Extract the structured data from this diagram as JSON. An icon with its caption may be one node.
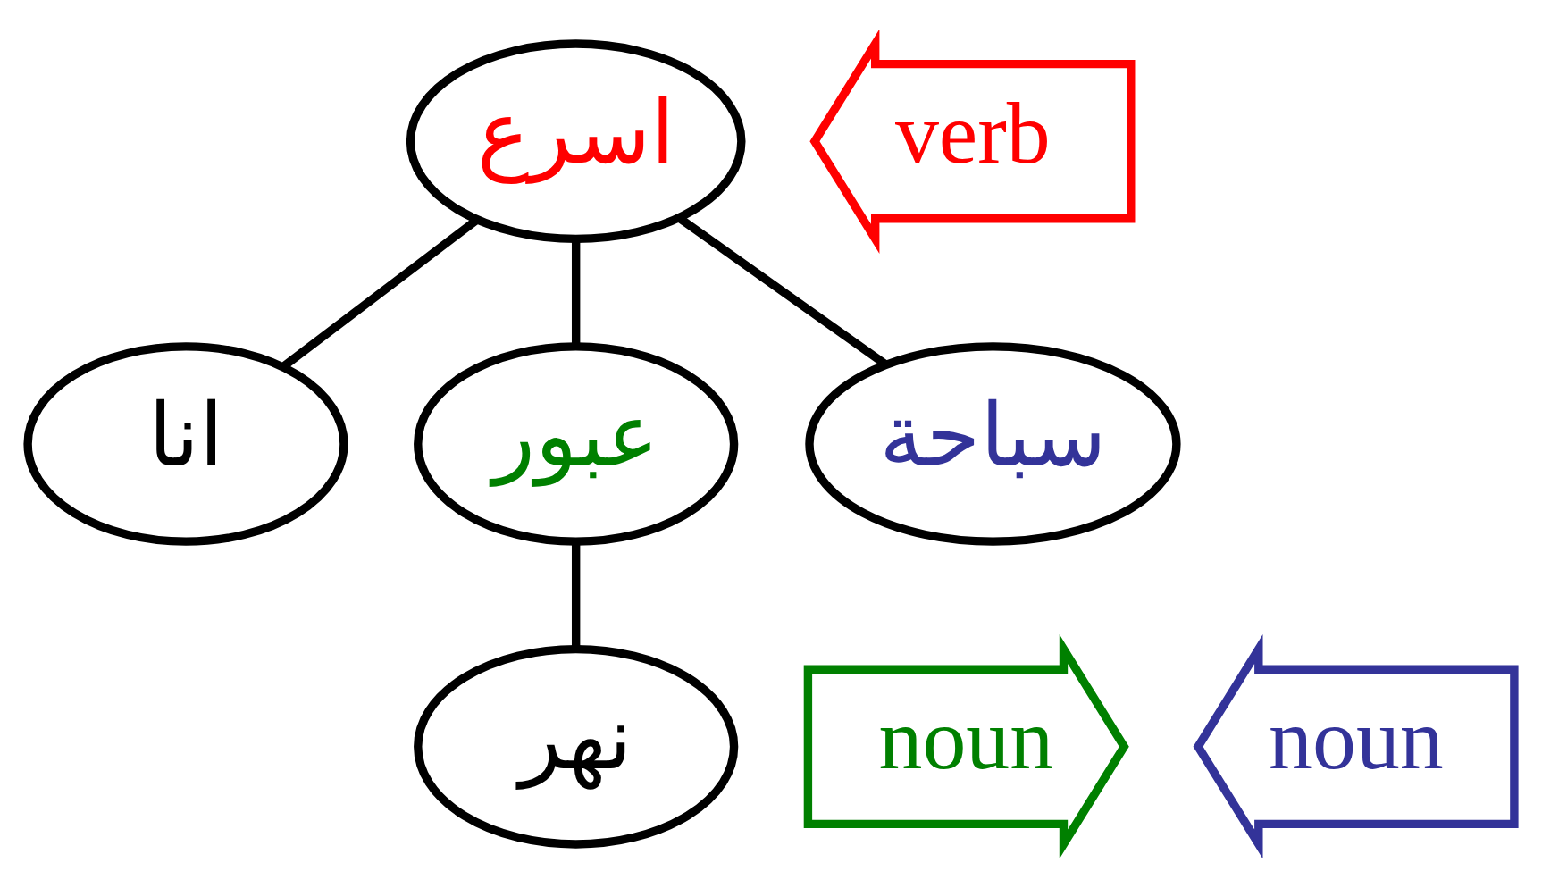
{
  "diagram": {
    "nodes": [
      {
        "text": [
          "اسرع"
        ]
      },
      {
        "text": [
          "verb"
        ]
      },
      {
        "text": [
          "انا"
        ]
      },
      {
        "text": [
          "عبور"
        ]
      },
      {
        "text": [
          "سباحة"
        ]
      },
      {
        "text": [
          "noun"
        ]
      },
      {
        "text": [
          "نهر"
        ]
      },
      {
        "text": [
          "noun"
        ]
      }
    ],
    "edges": [
      {
        "from": 0,
        "to": 2,
        "arrow": "none"
      },
      {
        "from": 0,
        "to": 3,
        "arrow": "none"
      },
      {
        "from": 0,
        "to": 4,
        "arrow": "none"
      },
      {
        "from": 3,
        "to": 6,
        "arrow": "none"
      }
    ]
  }
}
